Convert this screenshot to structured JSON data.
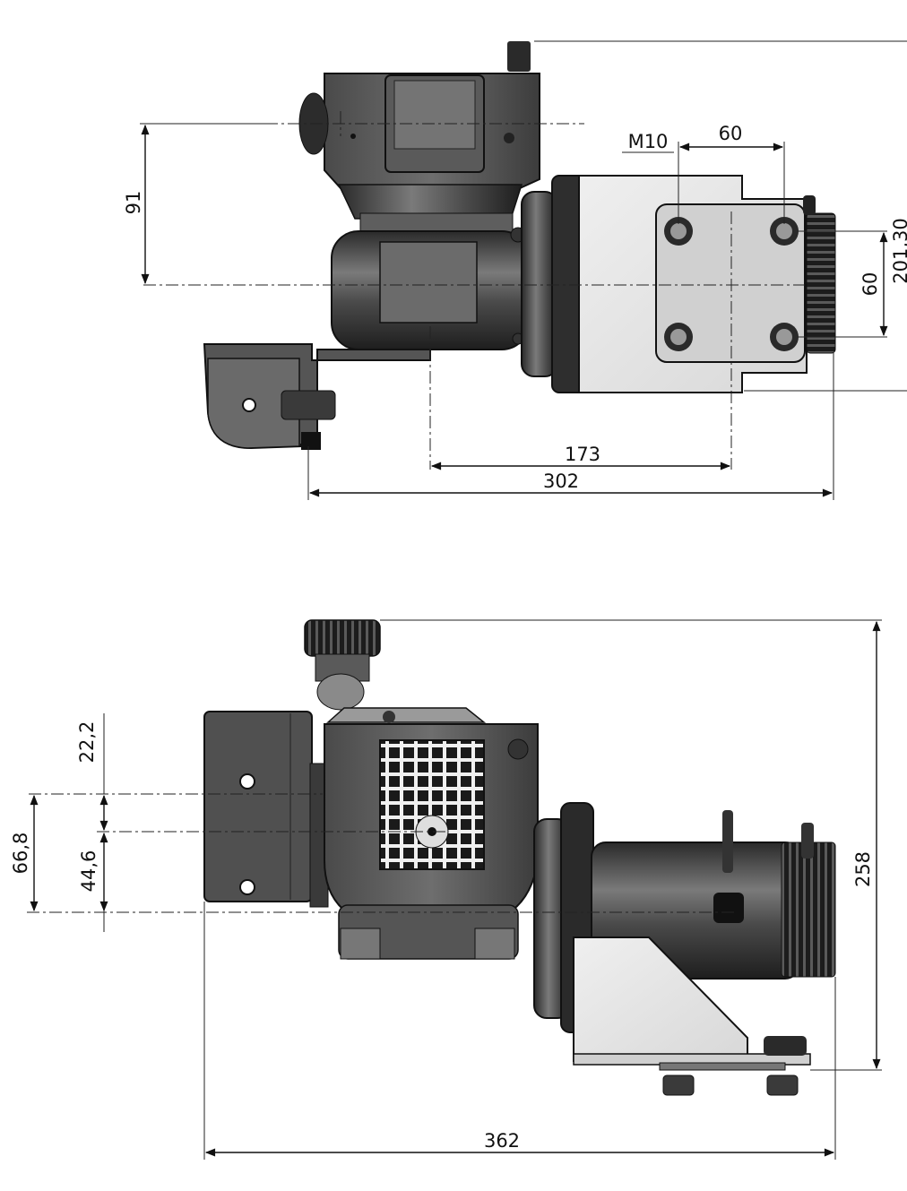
{
  "top_view": {
    "dims": {
      "d91": "91",
      "m10": "M10",
      "d60_horizontal": "60",
      "d60_vertical": "60",
      "d201": "201,30",
      "d173": "173",
      "d302": "302"
    }
  },
  "side_view": {
    "dims": {
      "d22": "22,2",
      "d66": "66,8",
      "d44": "44,6",
      "d258": "258",
      "d362": "362"
    }
  },
  "colors": {
    "line": "#111111",
    "dark_metal": "#3a3a3a",
    "mid_metal": "#6a6a6a",
    "light_metal": "#9a9a9a",
    "white_plate": "#e6e6e6"
  }
}
